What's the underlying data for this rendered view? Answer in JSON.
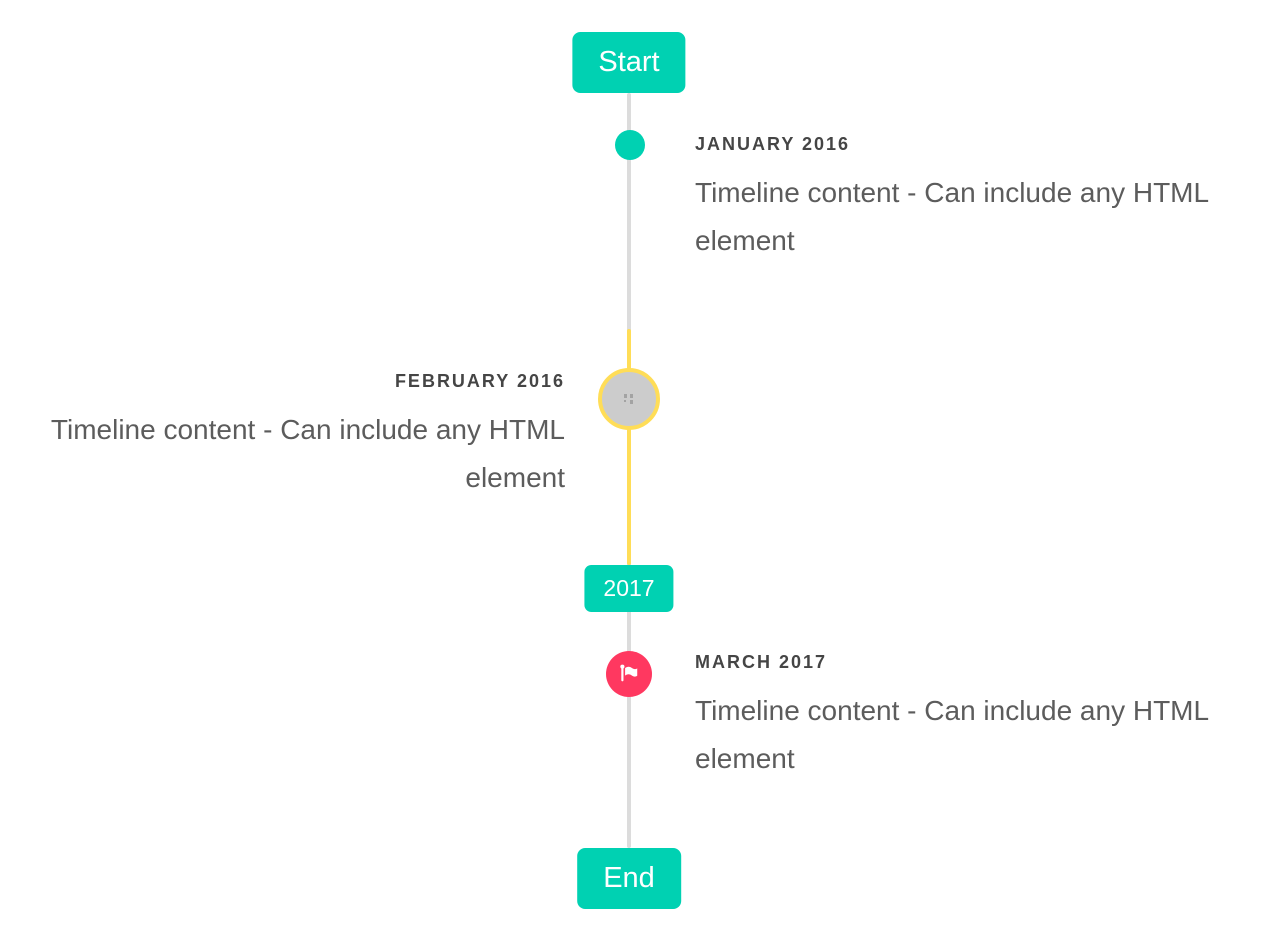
{
  "timeline": {
    "start_button": "Start",
    "end_button": "End",
    "period_badge": "2017",
    "entries": [
      {
        "date": "JANUARY 2016",
        "content": "Timeline content - Can include any HTML element",
        "side": "right",
        "marker": "teal-dot"
      },
      {
        "date": "FEBRUARY 2016",
        "content": "Timeline content - Can include any HTML element",
        "side": "left",
        "marker": "gray-circle-yellow-ring-broken-image"
      },
      {
        "date": "MARCH 2017",
        "content": "Timeline content - Can include any HTML element",
        "side": "right",
        "marker": "red-flag-circle"
      }
    ],
    "colors": {
      "primary_teal": "#00d1b2",
      "warning_yellow": "#ffdd57",
      "danger_red": "#ff3860",
      "line_gray": "#dcdcdc",
      "marker_gray_fill": "#cccccc",
      "heading_text": "#454545",
      "body_text": "#5c5c5c",
      "button_text": "#ffffff",
      "background": "#ffffff"
    }
  }
}
